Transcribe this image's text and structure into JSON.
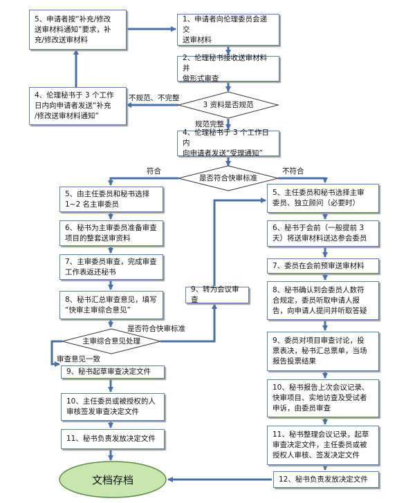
{
  "colors": {
    "box_border": "#5b7fb0",
    "arrow": "#4a6fa5",
    "oval_fill": "#c8e6b0",
    "oval_border": "#5e8a44"
  },
  "steps": {
    "s1": "1、申请者向伦理委员会递交\n送审材料",
    "s2": "2、伦理秘书接收送审材料并\n做形式审查",
    "s3": "3 资料是否规范",
    "s4_notify_supplement": "4、伦理秘书于 3 个工作\n日内向申请者发送“补充\n/修改送审材料通知”",
    "s5_resubmit": "5、申请者按“补充/修改\n送审材料通知”要求，补\n充/修改送审材料",
    "s4_accept": "4、伦理秘书于 3 个工作日内\n向申请者发送“受理通知”",
    "fast_track_q": "是否符合快审标准",
    "left5": "5、由主任委员和秘书选择\n1~2 名主审委员",
    "left6": "6、秘书为主审委员准备审查\n项目的整套送审资料",
    "left7": "7、主审委员审查，完成审查\n工作表返还秘书",
    "left8": "8、秘书汇总审查意见，填写\n“快审主审综合意见”",
    "left_diamond": "主审综合意见处理",
    "left9": "9、秘书起草审查决定文件",
    "left10": "10、主任委员或被授权的人\n审核签发审查决定文件",
    "left11": "11、秘书负责发放决定文件",
    "middle9": "9、转为会议审查",
    "right5": "5、主任委员和秘书选择主审\n委员、独立顾问（必要时）",
    "right6": "6、秘书于会前（一般提前 3\n天）将送审材料送达参会委员",
    "right7": "7、委员在会前预审送审材料",
    "right8": "8、秘书确认到会委员人数符\n合规定，委员听取申请人报\n告，向申请人提问并听取答疑",
    "right9": "9、委员对项目审查讨论，投\n票表决，秘书汇总票单，当场\n报告投票结果",
    "right10": "10、秘书报告上次会议记录、\n快审项目、实地访查及受试者\n申诉，由委员审查",
    "right11": "11、秘书整理会议记录，起草\n审查决定文件，主任委员或被\n授权人审核、签发决定文件",
    "right12": "12、秘书负责发放决定文件",
    "archive": "文档存档"
  },
  "labels": {
    "not_compliant": "不规范、不完整",
    "compliant": "规范完整",
    "meets": "符合",
    "not_meets": "不符合",
    "meets_fast_q": "是否符合快审标准",
    "consistent": "审查意见一致"
  }
}
